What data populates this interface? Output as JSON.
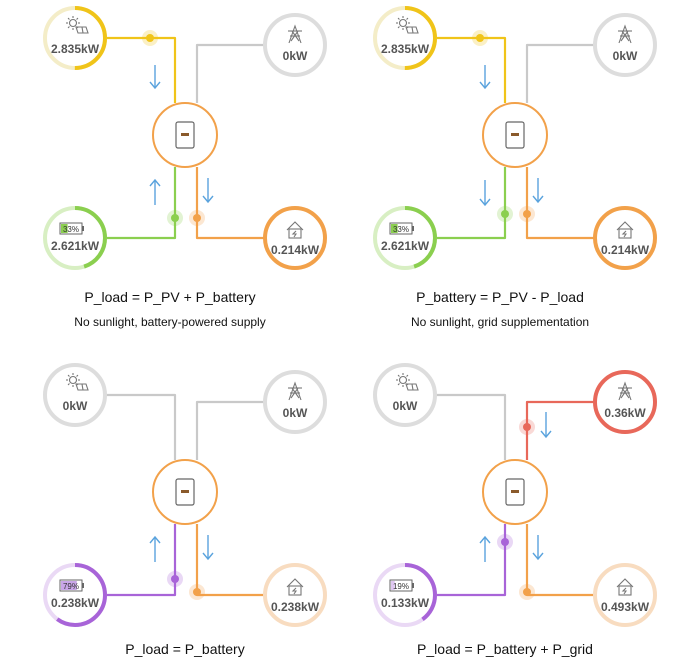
{
  "colors": {
    "solar": "#f0c419",
    "battery_green": "#8bcf4f",
    "battery_purple": "#a864d8",
    "load": "#f2a14a",
    "grid_active": "#e8685a",
    "grid_idle": "#c9c9c9",
    "inactive_ring": "#dddddd",
    "arrow": "#5aa3dd",
    "text": "#555555"
  },
  "panels": [
    {
      "pv": "2.835kW",
      "grid": "0kW",
      "battery": "2.621kW",
      "battery_pct": "33%",
      "load": "0.214kW",
      "formula": "P_load = P_PV + P_battery",
      "caption": "No sunlight, battery-powered supply"
    },
    {
      "pv": "2.835kW",
      "grid": "0kW",
      "battery": "2.621kW",
      "battery_pct": "33%",
      "load": "0.214kW",
      "formula": "P_battery = P_PV - P_load",
      "caption": "No sunlight, grid supplementation"
    },
    {
      "pv": "0kW",
      "grid": "0kW",
      "battery": "0.238kW",
      "battery_pct": "79%",
      "load": "0.238kW",
      "formula": "P_load = P_battery",
      "caption": ""
    },
    {
      "pv": "0kW",
      "grid": "0.36kW",
      "battery": "0.133kW",
      "battery_pct": "19%",
      "load": "0.493kW",
      "formula": "P_load = P_battery + P_grid",
      "caption": ""
    }
  ]
}
